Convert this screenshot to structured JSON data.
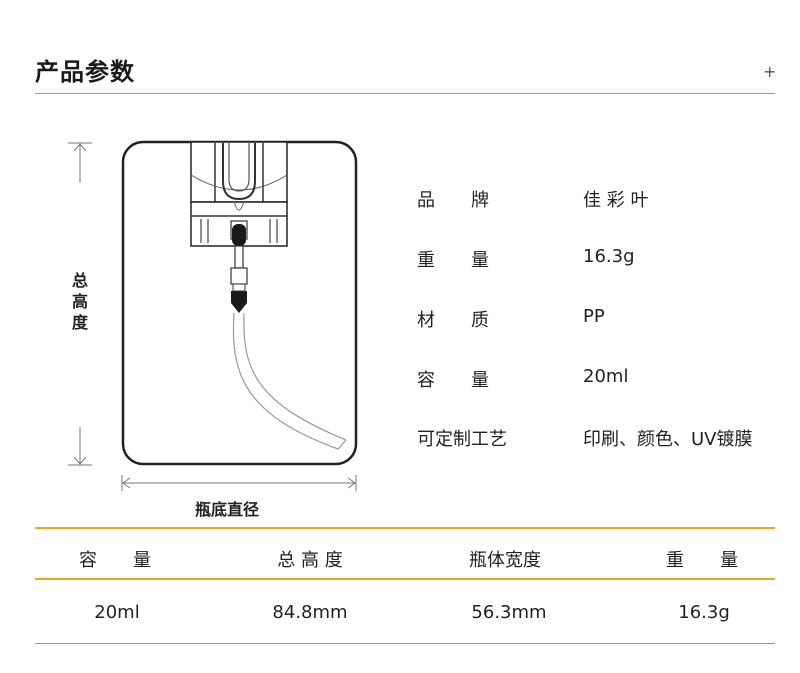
{
  "header": {
    "title": "产品参数",
    "plus": "+"
  },
  "diagram": {
    "height_label": "总\n高\n度",
    "width_label": "瓶底直径"
  },
  "specs": [
    {
      "label": "品　　牌",
      "value": "佳 彩 叶"
    },
    {
      "label": "重　　量",
      "value": "16.3g"
    },
    {
      "label": "材　　质",
      "value": "PP"
    },
    {
      "label": "容　　量",
      "value": "20ml"
    },
    {
      "label": "可定制工艺",
      "value": "印刷、颜色、UV镀膜"
    }
  ],
  "table": {
    "headers": [
      "容　　量",
      "总 高 度",
      "瓶体宽度",
      "重　　量"
    ],
    "values": [
      "20ml",
      "84.8mm",
      "56.3mm",
      "16.3g"
    ]
  },
  "colors": {
    "accent": "#f1a31b",
    "divider": "#999999"
  }
}
